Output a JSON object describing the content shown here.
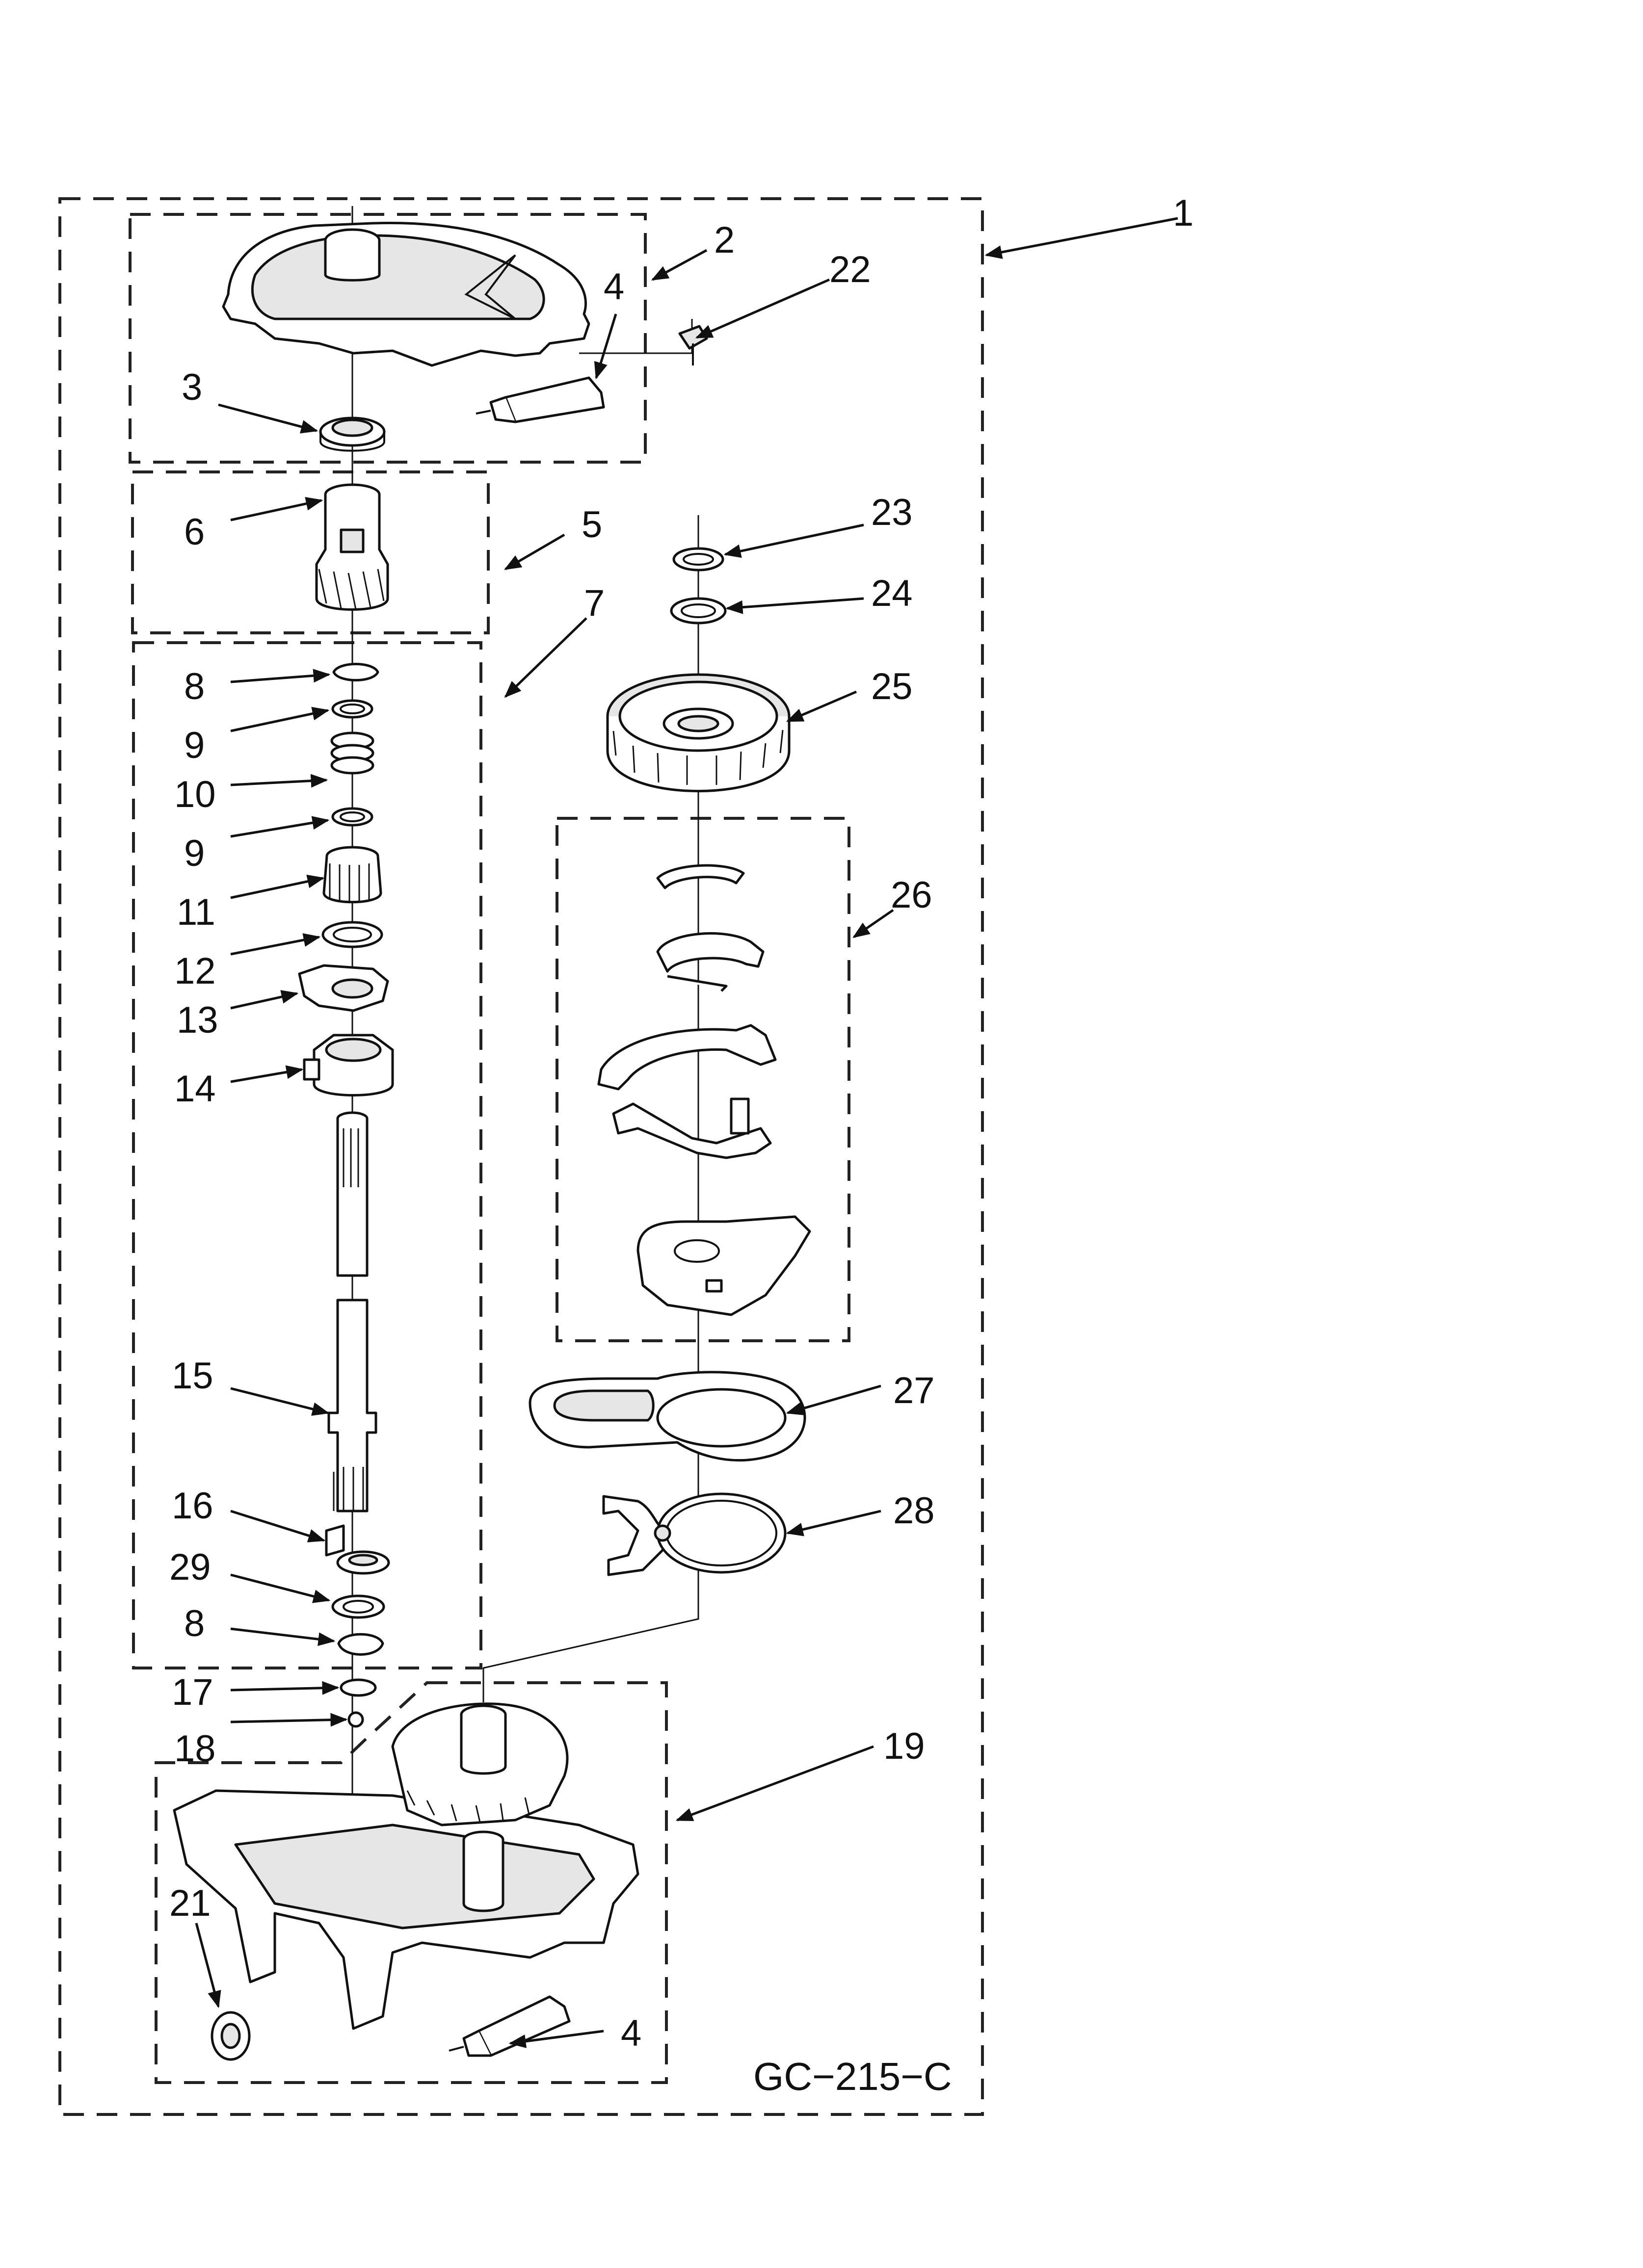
{
  "diagram": {
    "code": "GC−215−C",
    "callouts": [
      {
        "id": "c1",
        "text": "1"
      },
      {
        "id": "c2",
        "text": "2"
      },
      {
        "id": "c3",
        "text": "3"
      },
      {
        "id": "c4a",
        "text": "4"
      },
      {
        "id": "c4b",
        "text": "4"
      },
      {
        "id": "c5",
        "text": "5"
      },
      {
        "id": "c6",
        "text": "6"
      },
      {
        "id": "c7",
        "text": "7"
      },
      {
        "id": "c8a",
        "text": "8"
      },
      {
        "id": "c8b",
        "text": "8"
      },
      {
        "id": "c9a",
        "text": "9"
      },
      {
        "id": "c9b",
        "text": "9"
      },
      {
        "id": "c10",
        "text": "10"
      },
      {
        "id": "c11",
        "text": "11"
      },
      {
        "id": "c12",
        "text": "12"
      },
      {
        "id": "c13",
        "text": "13"
      },
      {
        "id": "c14",
        "text": "14"
      },
      {
        "id": "c15",
        "text": "15"
      },
      {
        "id": "c16",
        "text": "16"
      },
      {
        "id": "c17",
        "text": "17"
      },
      {
        "id": "c18",
        "text": "18"
      },
      {
        "id": "c19",
        "text": "19"
      },
      {
        "id": "c21",
        "text": "21"
      },
      {
        "id": "c22",
        "text": "22"
      },
      {
        "id": "c23",
        "text": "23"
      },
      {
        "id": "c24",
        "text": "24"
      },
      {
        "id": "c25",
        "text": "25"
      },
      {
        "id": "c26",
        "text": "26"
      },
      {
        "id": "c27",
        "text": "27"
      },
      {
        "id": "c28",
        "text": "28"
      },
      {
        "id": "c29",
        "text": "29"
      }
    ]
  }
}
